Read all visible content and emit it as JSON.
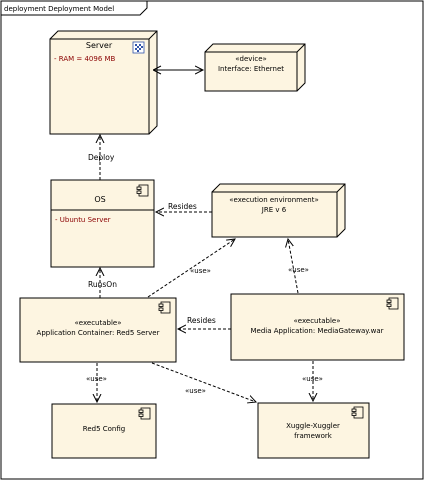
{
  "frame": {
    "title": "deployment Deployment Model"
  },
  "colors": {
    "node_fill": "#fdf5e1",
    "node_stroke": "#000000",
    "attr_text": "#8b0000",
    "frame_stroke": "#000000"
  },
  "nodes": {
    "server": {
      "name": "Server",
      "attribute": "-    RAM = 4096 MB"
    },
    "ethernet": {
      "stereotype": "«device»",
      "name": "Interface: Ethernet"
    },
    "os": {
      "name": "OS",
      "attribute": "-    Ubuntu Server"
    },
    "jre": {
      "stereotype": "«execution environment»",
      "name": "JRE v 6"
    },
    "red5_server": {
      "stereotype": "«executable»",
      "name": "Application Container: Red5 Server"
    },
    "media_app": {
      "stereotype": "«executable»",
      "name": "Media Application: MediaGateway.war"
    },
    "red5_config": {
      "name": "Red5 Config"
    },
    "xuggle": {
      "name_line1": "Xuggle-Xuggler",
      "name_line2": "framework"
    }
  },
  "relations": {
    "deploy": "Deploy",
    "resides_os": "Resides",
    "runs_on": "RunsOn",
    "resides_red5": "Resides",
    "use_red5_jre": "«use»",
    "use_media_jre": "«use»",
    "use_red5_config": "«use»",
    "use_red5_xuggle": "«use»",
    "use_media_xuggle": "«use»"
  }
}
